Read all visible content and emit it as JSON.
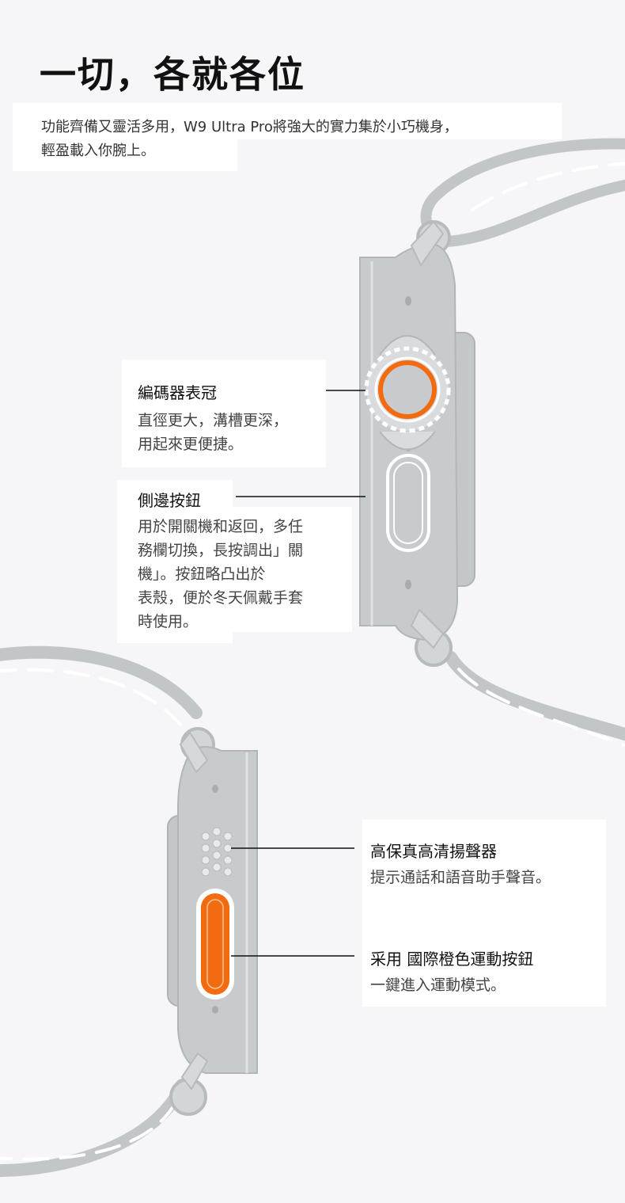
{
  "page": {
    "title": "一切，各就各位",
    "intro": "功能齊備又靈活多用，W9 Ultra Pro將強大的實力集於小巧機身，\n輕盈載入你腕上。"
  },
  "features": {
    "crown": {
      "title": "編碼器表冠",
      "desc": "直徑更大，溝槽更深，\n用起來更便捷。"
    },
    "side_button": {
      "title": "側邊按鈕",
      "desc": "用於開關機和返回，多任\n務欄切換，長按調出」關\n機」。按鈕略凸出於\n表殼，便於冬天佩戴手套\n時使用。"
    },
    "speaker": {
      "title": "高保真高清揚聲器",
      "desc": "提示通話和語音助手聲音。"
    },
    "action_button": {
      "title": "采用 國際橙色運動按鈕",
      "desc": "一鍵進入運動模式。"
    }
  },
  "colors": {
    "background": "#f6f5f7",
    "watch_body": "#c8cbcd",
    "accent_orange": "#f26b10",
    "card": "#ffffff"
  },
  "icons": {
    "crown": "crown-ring-icon",
    "speaker": "speaker-grille-icon"
  }
}
